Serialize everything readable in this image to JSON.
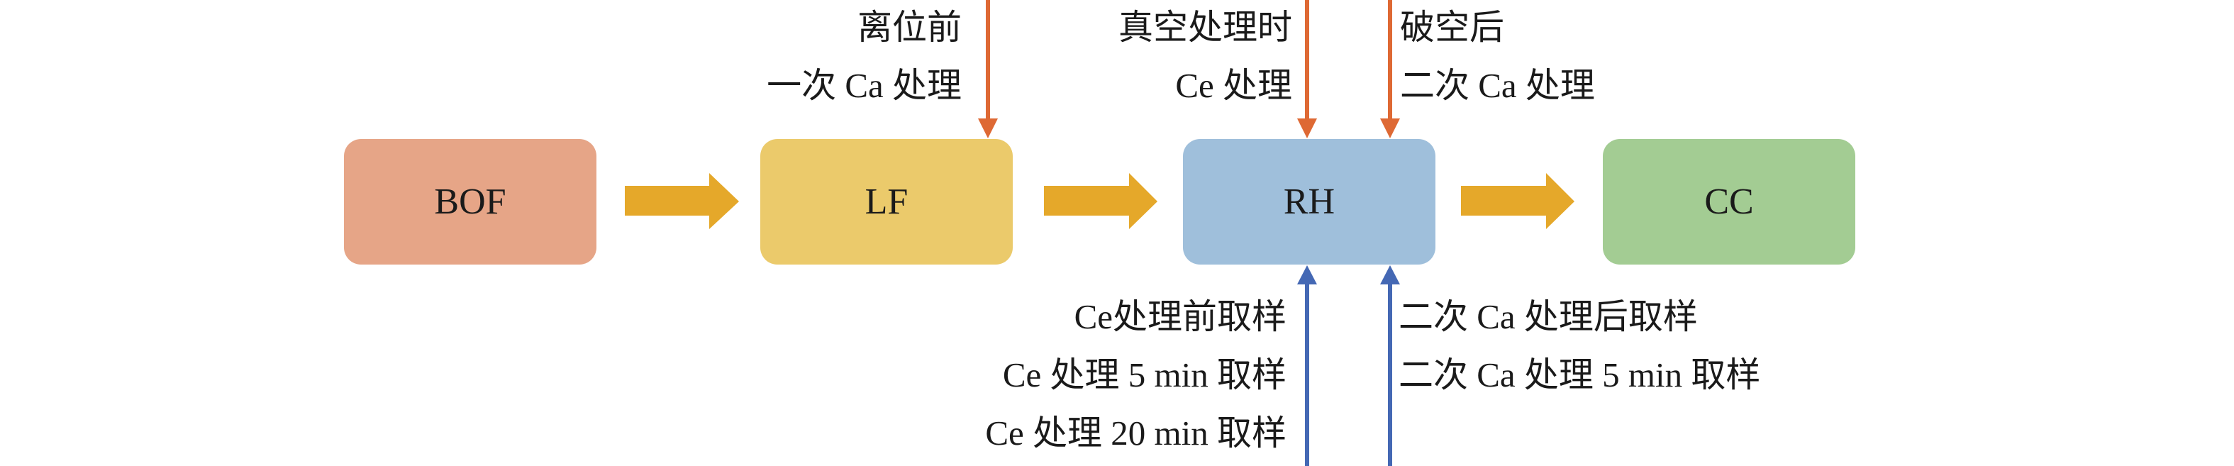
{
  "diagram": {
    "stages": [
      {
        "id": "bof",
        "label": "BOF",
        "color": "#e6a587"
      },
      {
        "id": "lf",
        "label": "LF",
        "color": "#ebca6b"
      },
      {
        "id": "rh",
        "label": "RH",
        "color": "#9fbfdb"
      },
      {
        "id": "cc",
        "label": "CC",
        "color": "#a3cc93"
      }
    ],
    "flow_arrow_color": "#e5a82a",
    "addition_color": "#de6934",
    "sampling_color": "#4468b4",
    "additions": [
      {
        "target": "LF",
        "lines": [
          "离位前",
          "一次 Ca 处理"
        ]
      },
      {
        "target": "RH",
        "lines": [
          "真空处理时",
          "Ce 处理"
        ]
      },
      {
        "target": "RH",
        "lines": [
          "破空后",
          "二次 Ca 处理"
        ]
      }
    ],
    "samplings": [
      {
        "source": "RH",
        "lines": [
          "Ce处理前取样",
          "Ce 处理 5 min 取样",
          "Ce 处理 20 min 取样"
        ]
      },
      {
        "source": "RH",
        "lines": [
          "二次 Ca 处理后取样",
          "二次 Ca 处理 5 min 取样"
        ]
      }
    ]
  }
}
